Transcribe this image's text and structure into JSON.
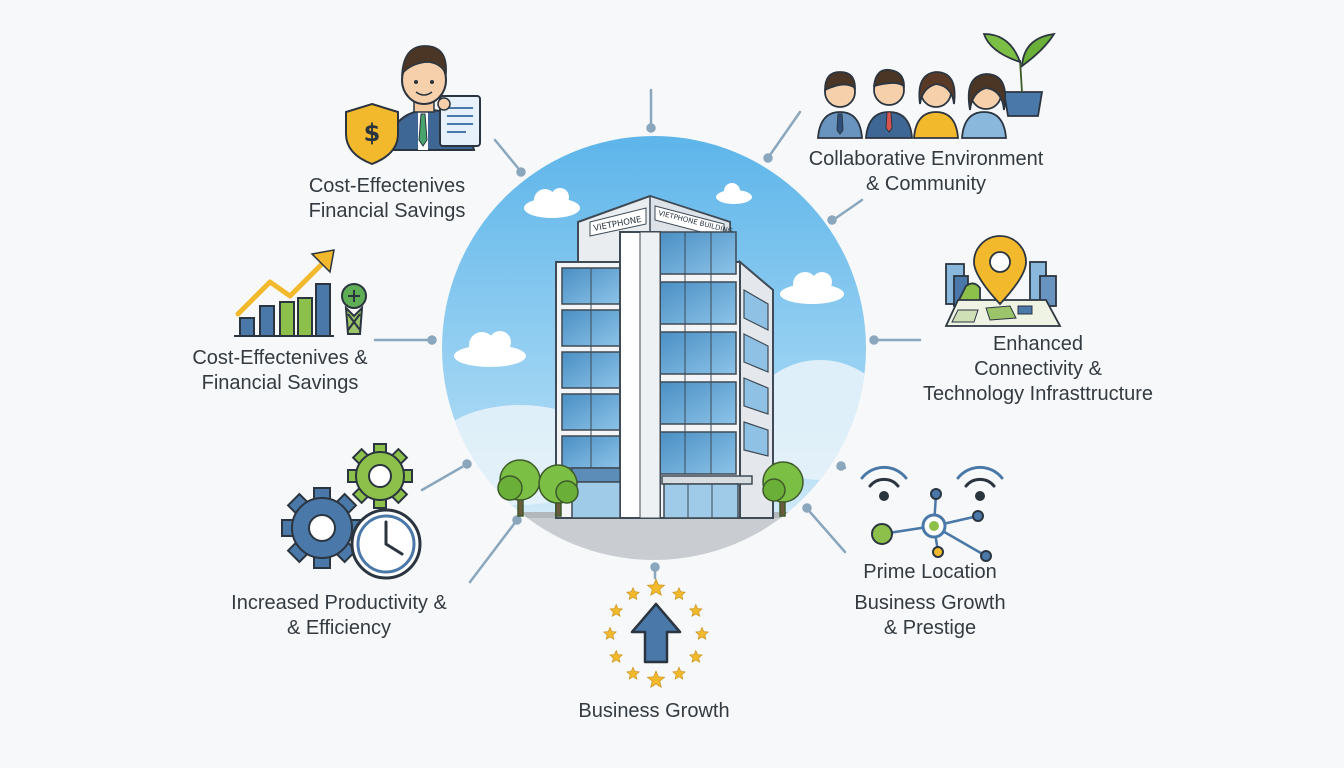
{
  "building": {
    "sign_front": "VIETPHONE",
    "sign_side": "VIETPHONE BUILDING"
  },
  "benefits": [
    {
      "id": "cost-savings-top",
      "icon": "money-shield-icon",
      "lines": [
        "Cost-Effectenives",
        "Financial Savings"
      ]
    },
    {
      "id": "collaboration",
      "icon": "team-icon",
      "lines": [
        "Collaborative Environment",
        "& Community"
      ]
    },
    {
      "id": "cost-savings-growth",
      "icon": "growth-chart-icon",
      "lines": [
        "Cost-Effectenives &",
        "Financial Savings"
      ]
    },
    {
      "id": "connectivity",
      "icon": "location-pin-map-icon",
      "lines": [
        "Enhanced",
        "Connectivity &",
        "Technology Infrasttructure"
      ]
    },
    {
      "id": "productivity",
      "icon": "gears-clock-icon",
      "lines": [
        "Increased Productivity &",
        "& Efficiency"
      ]
    },
    {
      "id": "prime-location",
      "icon": "network-wifi-icon",
      "lines": [
        "Prime Location",
        "Business Growth",
        "& Prestige"
      ]
    },
    {
      "id": "business-growth",
      "icon": "arrow-stars-icon",
      "lines": [
        "Business Growth"
      ]
    }
  ],
  "colors": {
    "sky": "#7cc4ec",
    "accent_blue": "#4a78a8",
    "accent_green": "#8cc04a",
    "accent_yellow": "#f3b92c",
    "connector": "#8aa7be",
    "text": "#333a40"
  }
}
